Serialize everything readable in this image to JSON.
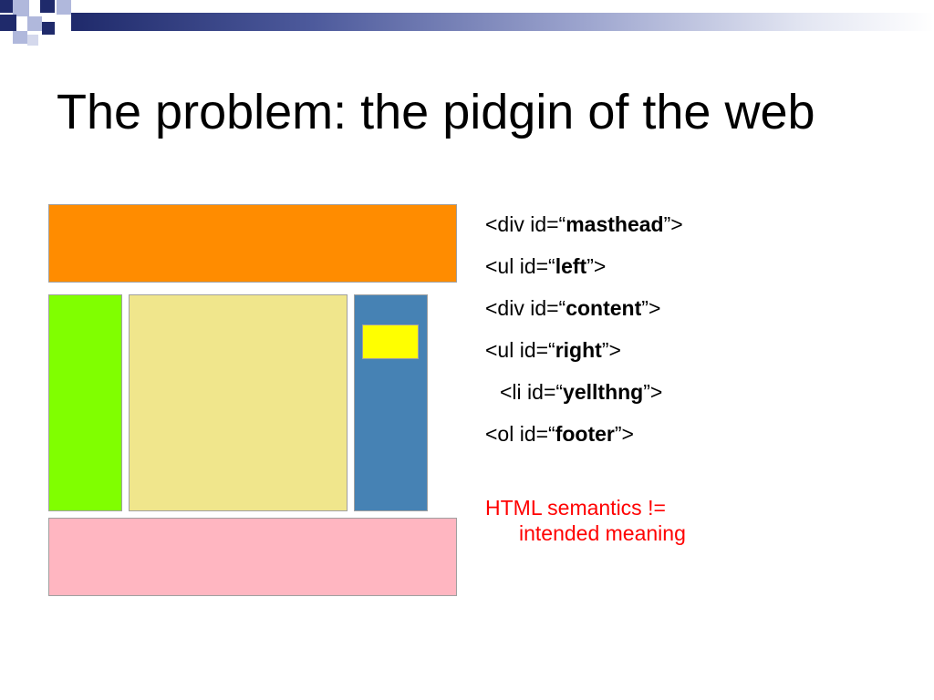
{
  "slide": {
    "title": "The problem: the pidgin of the web"
  },
  "layout_diagram": {
    "regions": [
      {
        "name": "masthead",
        "color": "#ff8c00"
      },
      {
        "name": "left",
        "color": "#80ff00"
      },
      {
        "name": "content",
        "color": "#f0e68c"
      },
      {
        "name": "right",
        "color": "#4682b4"
      },
      {
        "name": "yellthng",
        "color": "#ffff00"
      },
      {
        "name": "footer",
        "color": "#ffb6c1"
      }
    ]
  },
  "code_lines": [
    {
      "prefix": "<div id=“",
      "id": "masthead",
      "suffix": "”>"
    },
    {
      "prefix": "<ul id=“",
      "id": "left",
      "suffix": "”>"
    },
    {
      "prefix": "<div id=“",
      "id": "content",
      "suffix": "”>"
    },
    {
      "prefix": "<ul id=“",
      "id": "right",
      "suffix": "”>"
    },
    {
      "prefix": "<li id=“",
      "id": "yellthng",
      "suffix": "”>"
    },
    {
      "prefix": "<ol id=“",
      "id": "footer",
      "suffix": "”>"
    }
  ],
  "note": {
    "line1": "HTML semantics !=",
    "line2": "intended meaning",
    "color": "#ff0000"
  },
  "decoration_colors": {
    "navy": "#1f2a6b",
    "light_blue": "#b0b8dc"
  }
}
